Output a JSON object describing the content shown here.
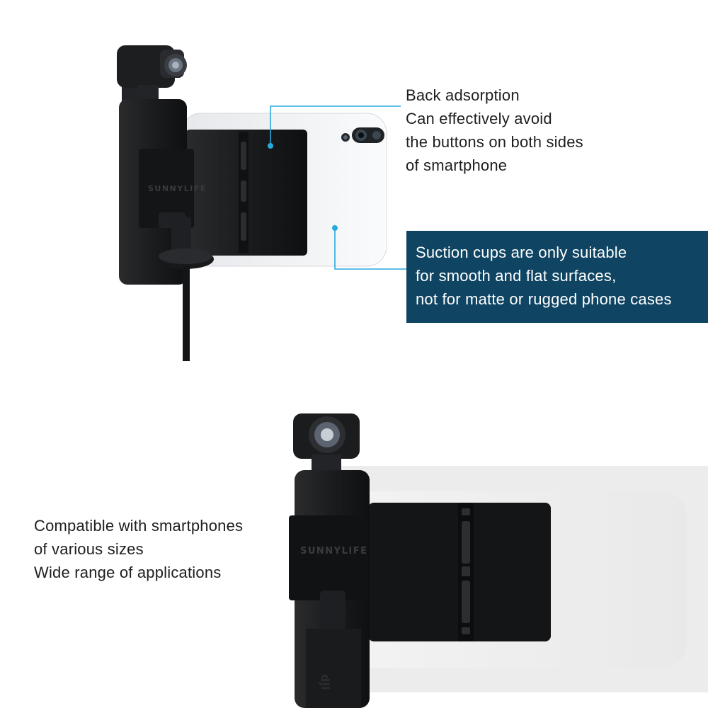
{
  "callout_top": {
    "lines": [
      "Back adsorption",
      "Can effectively avoid",
      "the buttons on both sides",
      "of smartphone"
    ]
  },
  "note_box": {
    "lines": [
      "Suction cups are only suitable",
      "for smooth and flat surfaces,",
      "not for matte or rugged phone cases"
    ],
    "background": "#0f4563",
    "text_color": "#ffffff"
  },
  "callout_bottom": {
    "lines": [
      "Compatible with smartphones",
      "of various sizes",
      "Wide range of applications"
    ]
  },
  "brand_mark": {
    "text": "SUNNYLIFE"
  },
  "colors": {
    "callout_line": "#29a8e0",
    "device_black": "#1b1c1e",
    "phone_white": "#f4f5f7"
  }
}
